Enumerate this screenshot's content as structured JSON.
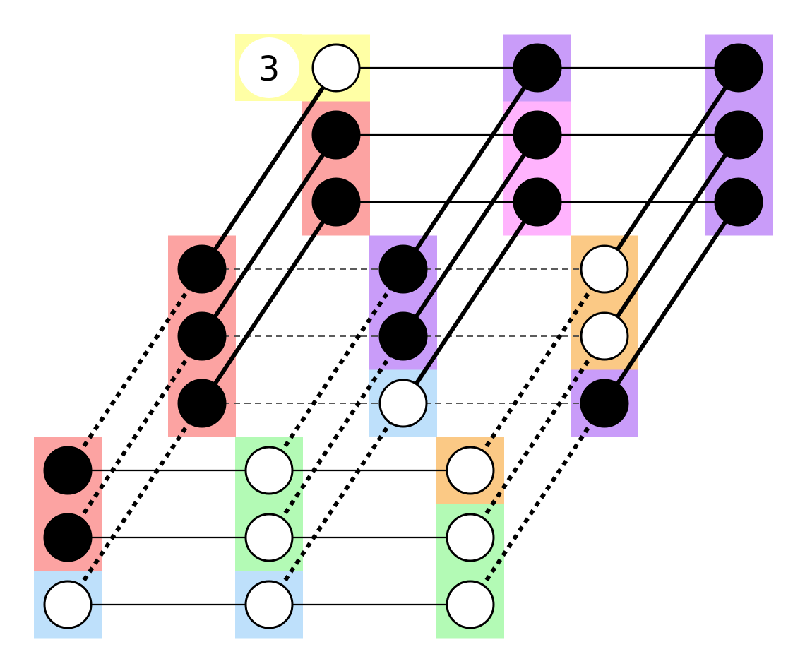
{
  "label": {
    "number": "3"
  },
  "palette": {
    "red": "#fca3a2",
    "violet": "#c99cf9",
    "pink": "#ffb3fd",
    "orange": "#fbc985",
    "green": "#b3fab5",
    "blue": "#bee0fb",
    "yellow": "#ffffa5",
    "node_filled": "#000000",
    "node_empty": "#ffffff"
  },
  "layers": [
    {
      "name": "top",
      "columns": [
        [
          "empty",
          "filled",
          "filled"
        ],
        [
          "filled",
          "filled",
          "filled"
        ],
        [
          "filled",
          "filled",
          "filled"
        ]
      ],
      "cell_colors": [
        [
          "yellow",
          "red",
          "red"
        ],
        [
          "violet",
          "pink",
          "pink"
        ],
        [
          "violet",
          "violet",
          "violet"
        ]
      ]
    },
    {
      "name": "middle",
      "columns": [
        [
          "filled",
          "filled",
          "filled"
        ],
        [
          "filled",
          "filled",
          "empty"
        ],
        [
          "empty",
          "empty",
          "filled"
        ]
      ],
      "cell_colors": [
        [
          "red",
          "red",
          "red"
        ],
        [
          "violet",
          "violet",
          "blue"
        ],
        [
          "orange",
          "orange",
          "violet"
        ]
      ]
    },
    {
      "name": "bottom",
      "columns": [
        [
          "filled",
          "filled",
          "empty"
        ],
        [
          "empty",
          "empty",
          "empty"
        ],
        [
          "empty",
          "empty",
          "empty"
        ]
      ],
      "cell_colors": [
        [
          "red",
          "red",
          "blue"
        ],
        [
          "green",
          "green",
          "blue"
        ],
        [
          "orange",
          "green",
          "green"
        ]
      ]
    }
  ],
  "edges": {
    "top_rows": "solid-thin",
    "middle_rows": "dashed-thin",
    "bottom_rows": "solid-thin",
    "top_to_middle": "solid-thick",
    "middle_to_bottom": "dotted-thick"
  }
}
